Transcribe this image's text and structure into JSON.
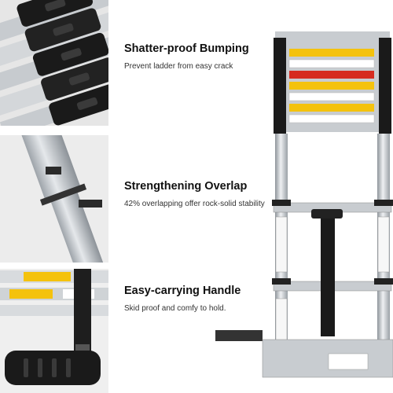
{
  "features": [
    {
      "title": "Shatter-proof Bumping",
      "description": "Prevent ladder from easy crack"
    },
    {
      "title": "Strengthening Overlap",
      "description": "42% overlapping offer rock-solid stability"
    },
    {
      "title": "Easy-carrying Handle",
      "description": "Skid proof and comfy to hold."
    }
  ],
  "colors": {
    "caution_label": "#f4c20d",
    "warning_label": "#d62b1f",
    "aluminum": "#c9cdd2",
    "bumper": "#1a1a1a"
  }
}
